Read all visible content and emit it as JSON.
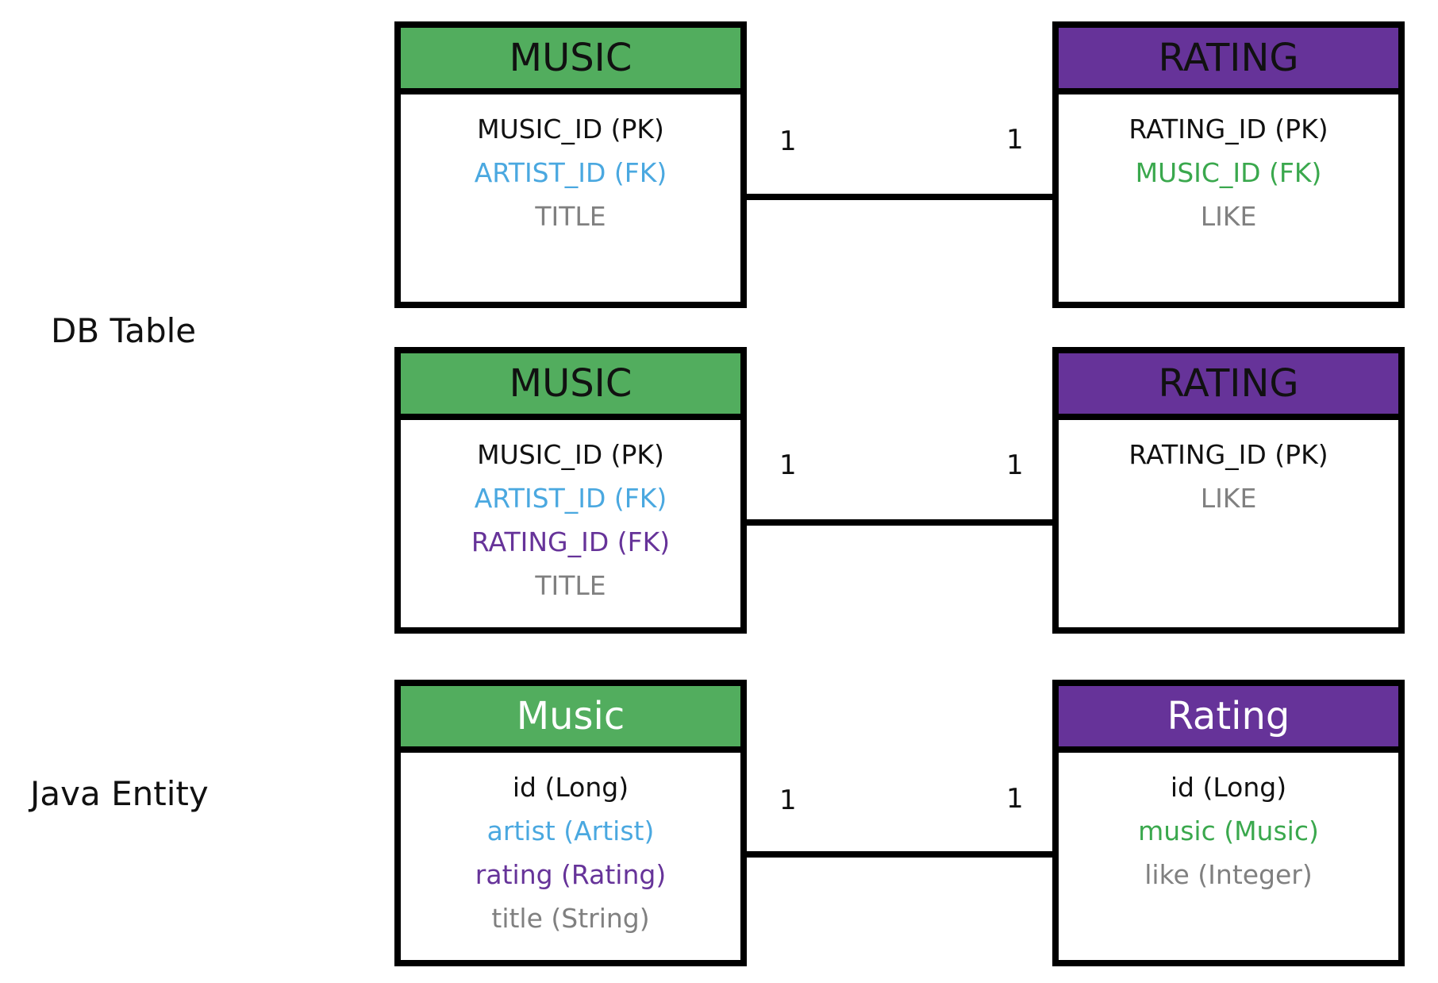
{
  "labels": {
    "db_table": "DB Table",
    "java_entity": "Java Entity"
  },
  "colors": {
    "music_header": "#52ad5e",
    "rating_header": "#663399",
    "pk": "#111111",
    "fk_artist": "#4aa8e0",
    "fk_music": "#3aa84d",
    "fk_rating": "#663399",
    "attribute": "#808080"
  },
  "diagrams": [
    {
      "left": {
        "title": "MUSIC",
        "fields": [
          {
            "text": "MUSIC_ID (PK)",
            "color": "#111111"
          },
          {
            "text": "ARTIST_ID (FK)",
            "color": "#4aa8e0"
          },
          {
            "text": "TITLE",
            "color": "#808080"
          }
        ]
      },
      "right": {
        "title": "RATING",
        "fields": [
          {
            "text": "RATING_ID (PK)",
            "color": "#111111"
          },
          {
            "text": "MUSIC_ID (FK)",
            "color": "#3aa84d"
          },
          {
            "text": "LIKE",
            "color": "#808080"
          }
        ]
      },
      "left_card": "1",
      "right_card": "1"
    },
    {
      "left": {
        "title": "MUSIC",
        "fields": [
          {
            "text": "MUSIC_ID (PK)",
            "color": "#111111"
          },
          {
            "text": "ARTIST_ID (FK)",
            "color": "#4aa8e0"
          },
          {
            "text": "RATING_ID (FK)",
            "color": "#663399"
          },
          {
            "text": "TITLE",
            "color": "#808080"
          }
        ]
      },
      "right": {
        "title": "RATING",
        "fields": [
          {
            "text": "RATING_ID (PK)",
            "color": "#111111"
          },
          {
            "text": "LIKE",
            "color": "#808080"
          }
        ]
      },
      "left_card": "1",
      "right_card": "1"
    },
    {
      "left": {
        "title": "Music",
        "fields": [
          {
            "text": "id (Long)",
            "color": "#111111"
          },
          {
            "text": "artist (Artist)",
            "color": "#4aa8e0"
          },
          {
            "text": "rating (Rating)",
            "color": "#663399"
          },
          {
            "text": "title (String)",
            "color": "#808080"
          }
        ]
      },
      "right": {
        "title": "Rating",
        "fields": [
          {
            "text": "id (Long)",
            "color": "#111111"
          },
          {
            "text": "music (Music)",
            "color": "#3aa84d"
          },
          {
            "text": "like (Integer)",
            "color": "#808080"
          }
        ]
      },
      "left_card": "1",
      "right_card": "1"
    }
  ]
}
